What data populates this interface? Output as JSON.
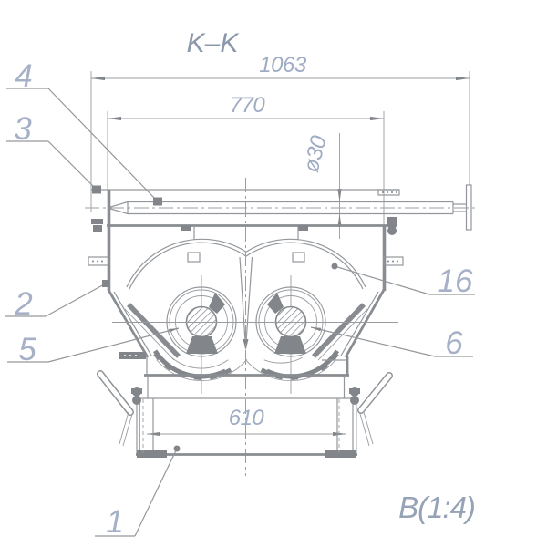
{
  "title": "K–K",
  "scale_note": "B(1:4)",
  "dimensions": {
    "overall_width": "1063",
    "cover_width": "770",
    "shaft_diameter": "ø30",
    "outlet_width": "610"
  },
  "part_labels": {
    "p1": "1",
    "p2": "2",
    "p3": "3",
    "p4": "4",
    "p5": "5",
    "p6": "6",
    "p16": "16"
  }
}
